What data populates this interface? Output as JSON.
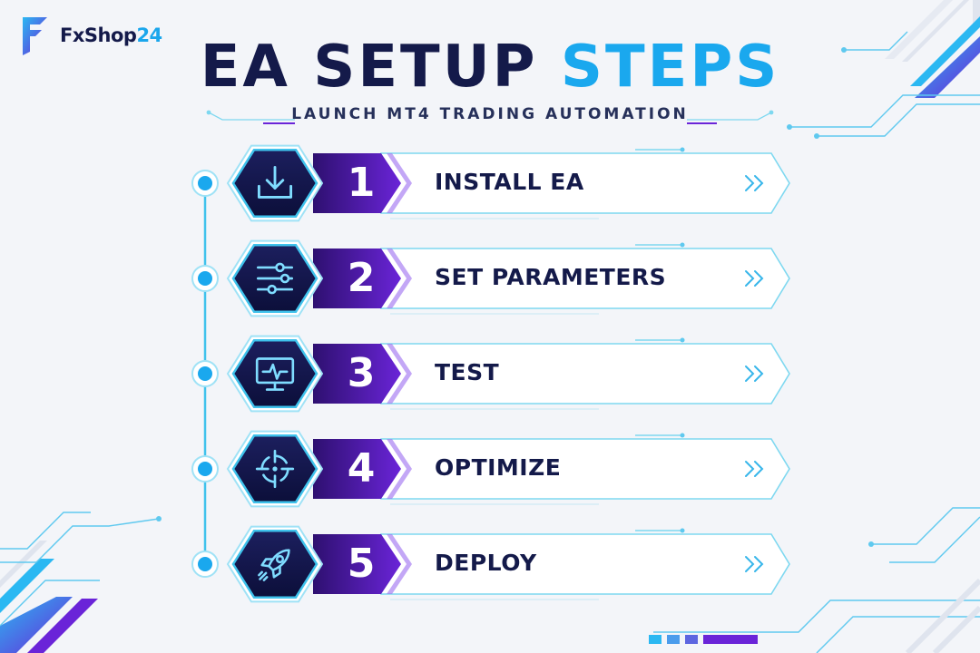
{
  "brand": {
    "name_main": "FxShop",
    "name_accent": "24",
    "logo_icon": "fx-logo-icon"
  },
  "header": {
    "title_part1": "EA SETUP",
    "title_part2": "STEPS",
    "subtitle": "LAUNCH MT4 TRADING AUTOMATION"
  },
  "colors": {
    "navy": "#141a4a",
    "cyan": "#1aa8ee",
    "purple": "#6a24d8",
    "violet": "#3b168a",
    "line": "#7ed8f0",
    "background": "#f3f5f9"
  },
  "steps": [
    {
      "number": "1",
      "label": "INSTALL EA",
      "icon": "download-icon"
    },
    {
      "number": "2",
      "label": "SET PARAMETERS",
      "icon": "sliders-icon"
    },
    {
      "number": "3",
      "label": "TEST",
      "icon": "monitor-pulse-icon"
    },
    {
      "number": "4",
      "label": "OPTIMIZE",
      "icon": "crosshair-icon"
    },
    {
      "number": "5",
      "label": "DEPLOY",
      "icon": "rocket-icon"
    }
  ],
  "arrow_glyph": "››"
}
